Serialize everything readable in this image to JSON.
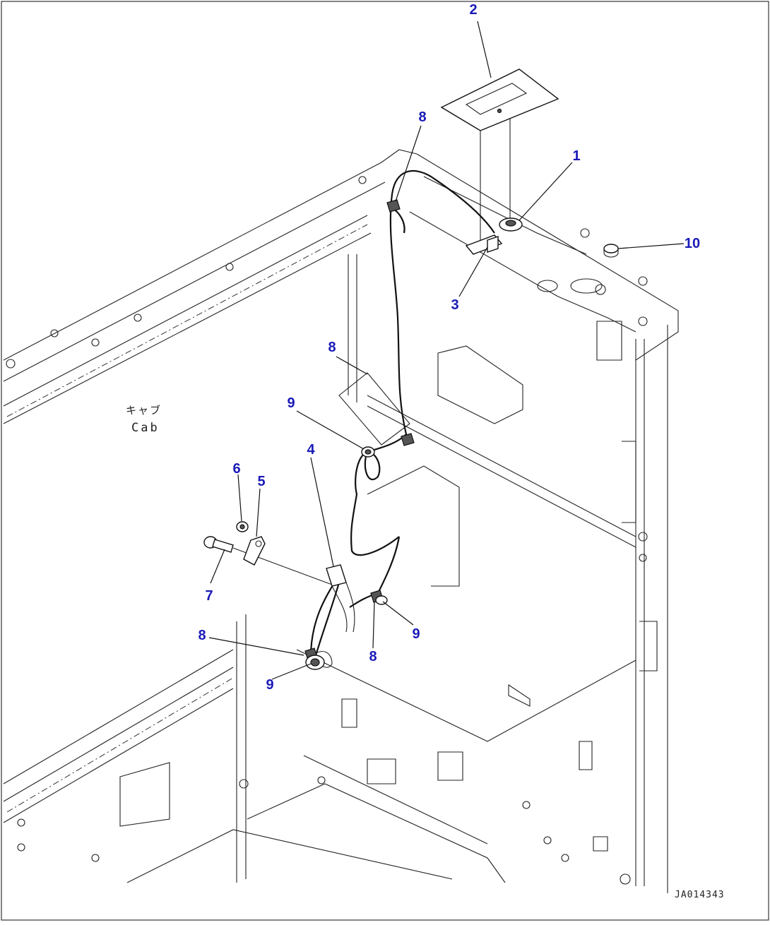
{
  "diagram": {
    "labels": {
      "cab_japanese": "キャブ",
      "cab_english": "Cab",
      "reference_code": "JA014343"
    },
    "callouts": [
      {
        "id": "c1",
        "text": "1"
      },
      {
        "id": "c2",
        "text": "2"
      },
      {
        "id": "c3",
        "text": "3"
      },
      {
        "id": "c4",
        "text": "4"
      },
      {
        "id": "c5",
        "text": "5"
      },
      {
        "id": "c6",
        "text": "6"
      },
      {
        "id": "c7",
        "text": "7"
      },
      {
        "id": "c8a",
        "text": "8"
      },
      {
        "id": "c8b",
        "text": "8"
      },
      {
        "id": "c8c",
        "text": "8"
      },
      {
        "id": "c8d",
        "text": "8"
      },
      {
        "id": "c9a",
        "text": "9"
      },
      {
        "id": "c9b",
        "text": "9"
      },
      {
        "id": "c9c",
        "text": "9"
      },
      {
        "id": "c10",
        "text": "10"
      }
    ],
    "colors": {
      "callout": "#1a1ab8",
      "line": "#222222",
      "background": "#ffffff"
    }
  }
}
